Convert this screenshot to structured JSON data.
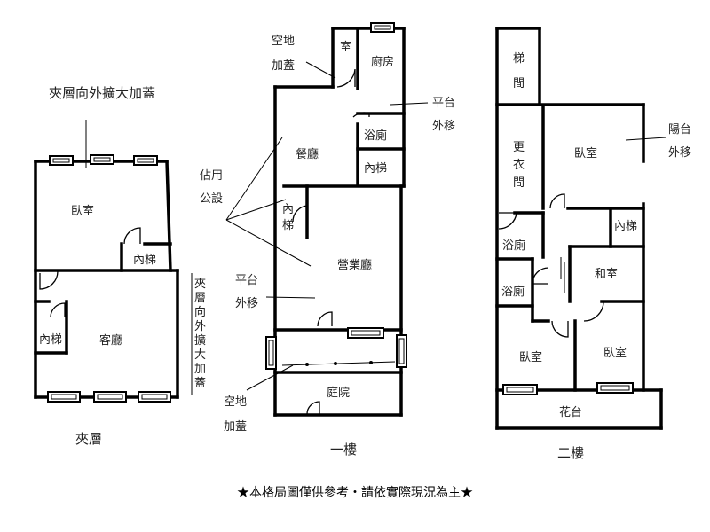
{
  "mezzanine": {
    "title": "夾層向外擴大加蓋",
    "caption": "夾層",
    "side_note": [
      "夾",
      "層",
      "向",
      "外",
      "擴",
      "大",
      "加",
      "蓋"
    ],
    "rooms": {
      "bedroom": "臥室",
      "stairs_upper": "內梯",
      "living": "客廳",
      "stairs_lower": "內梯"
    }
  },
  "first_floor": {
    "caption": "一樓",
    "annotations": {
      "top_open_l1": "空地",
      "top_open_l2": "加蓋",
      "platform_l1": "平台",
      "platform_l2": "外移",
      "public_l1": "佔用",
      "public_l2": "公設",
      "mid_platform_l1": "平台",
      "mid_platform_l2": "外移",
      "bottom_open_l1": "空地",
      "bottom_open_l2": "加蓋"
    },
    "rooms": {
      "small_room": "室",
      "kitchen": "廚房",
      "dining": "餐廳",
      "bath": "浴廁",
      "stairs": "內梯",
      "stairs_small_1": "內",
      "stairs_small_2": "梯",
      "business_hall": "營業廳",
      "courtyard": "庭院"
    }
  },
  "second_floor": {
    "caption": "二樓",
    "annotations": {
      "balcony_l1": "陽台",
      "balcony_l2": "外移"
    },
    "rooms": {
      "stair_hall_1": "梯",
      "stair_hall_2": "間",
      "closet_1": "更",
      "closet_2": "衣",
      "closet_3": "間",
      "bedroom_main": "臥室",
      "stairs": "內梯",
      "bath_1": "浴廁",
      "japanese_room": "和室",
      "bath_2": "浴廁",
      "bedroom_left": "臥室",
      "bedroom_right": "臥室",
      "flower_bed": "花台"
    }
  },
  "footer_note": "★本格局圖僅供參考‧請依實際現況為主★"
}
